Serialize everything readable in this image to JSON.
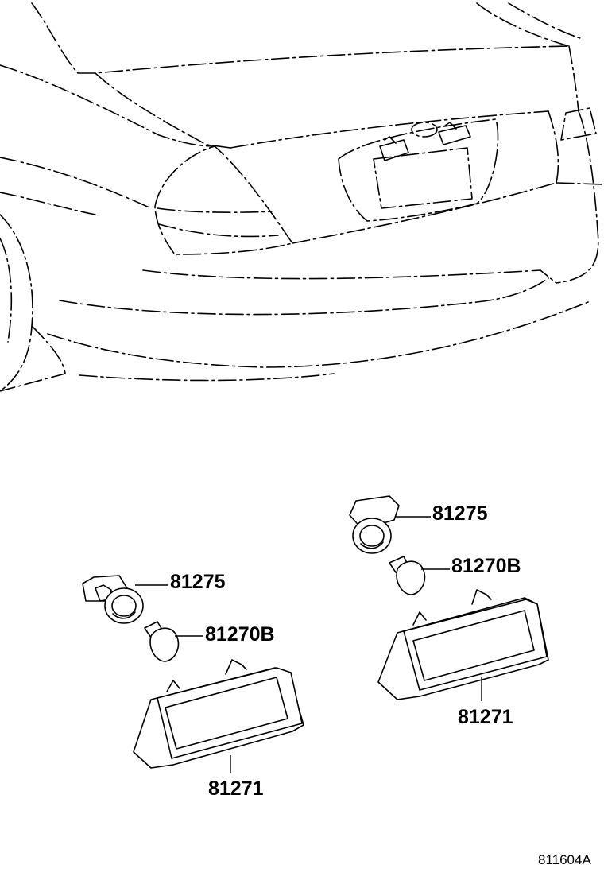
{
  "figure": {
    "callouts": {
      "left_socket": "81275",
      "left_bulb": "81270B",
      "left_lens": "81271",
      "right_socket": "81275",
      "right_bulb": "81270B",
      "right_lens": "81271"
    },
    "illustration_code": "811604A"
  }
}
